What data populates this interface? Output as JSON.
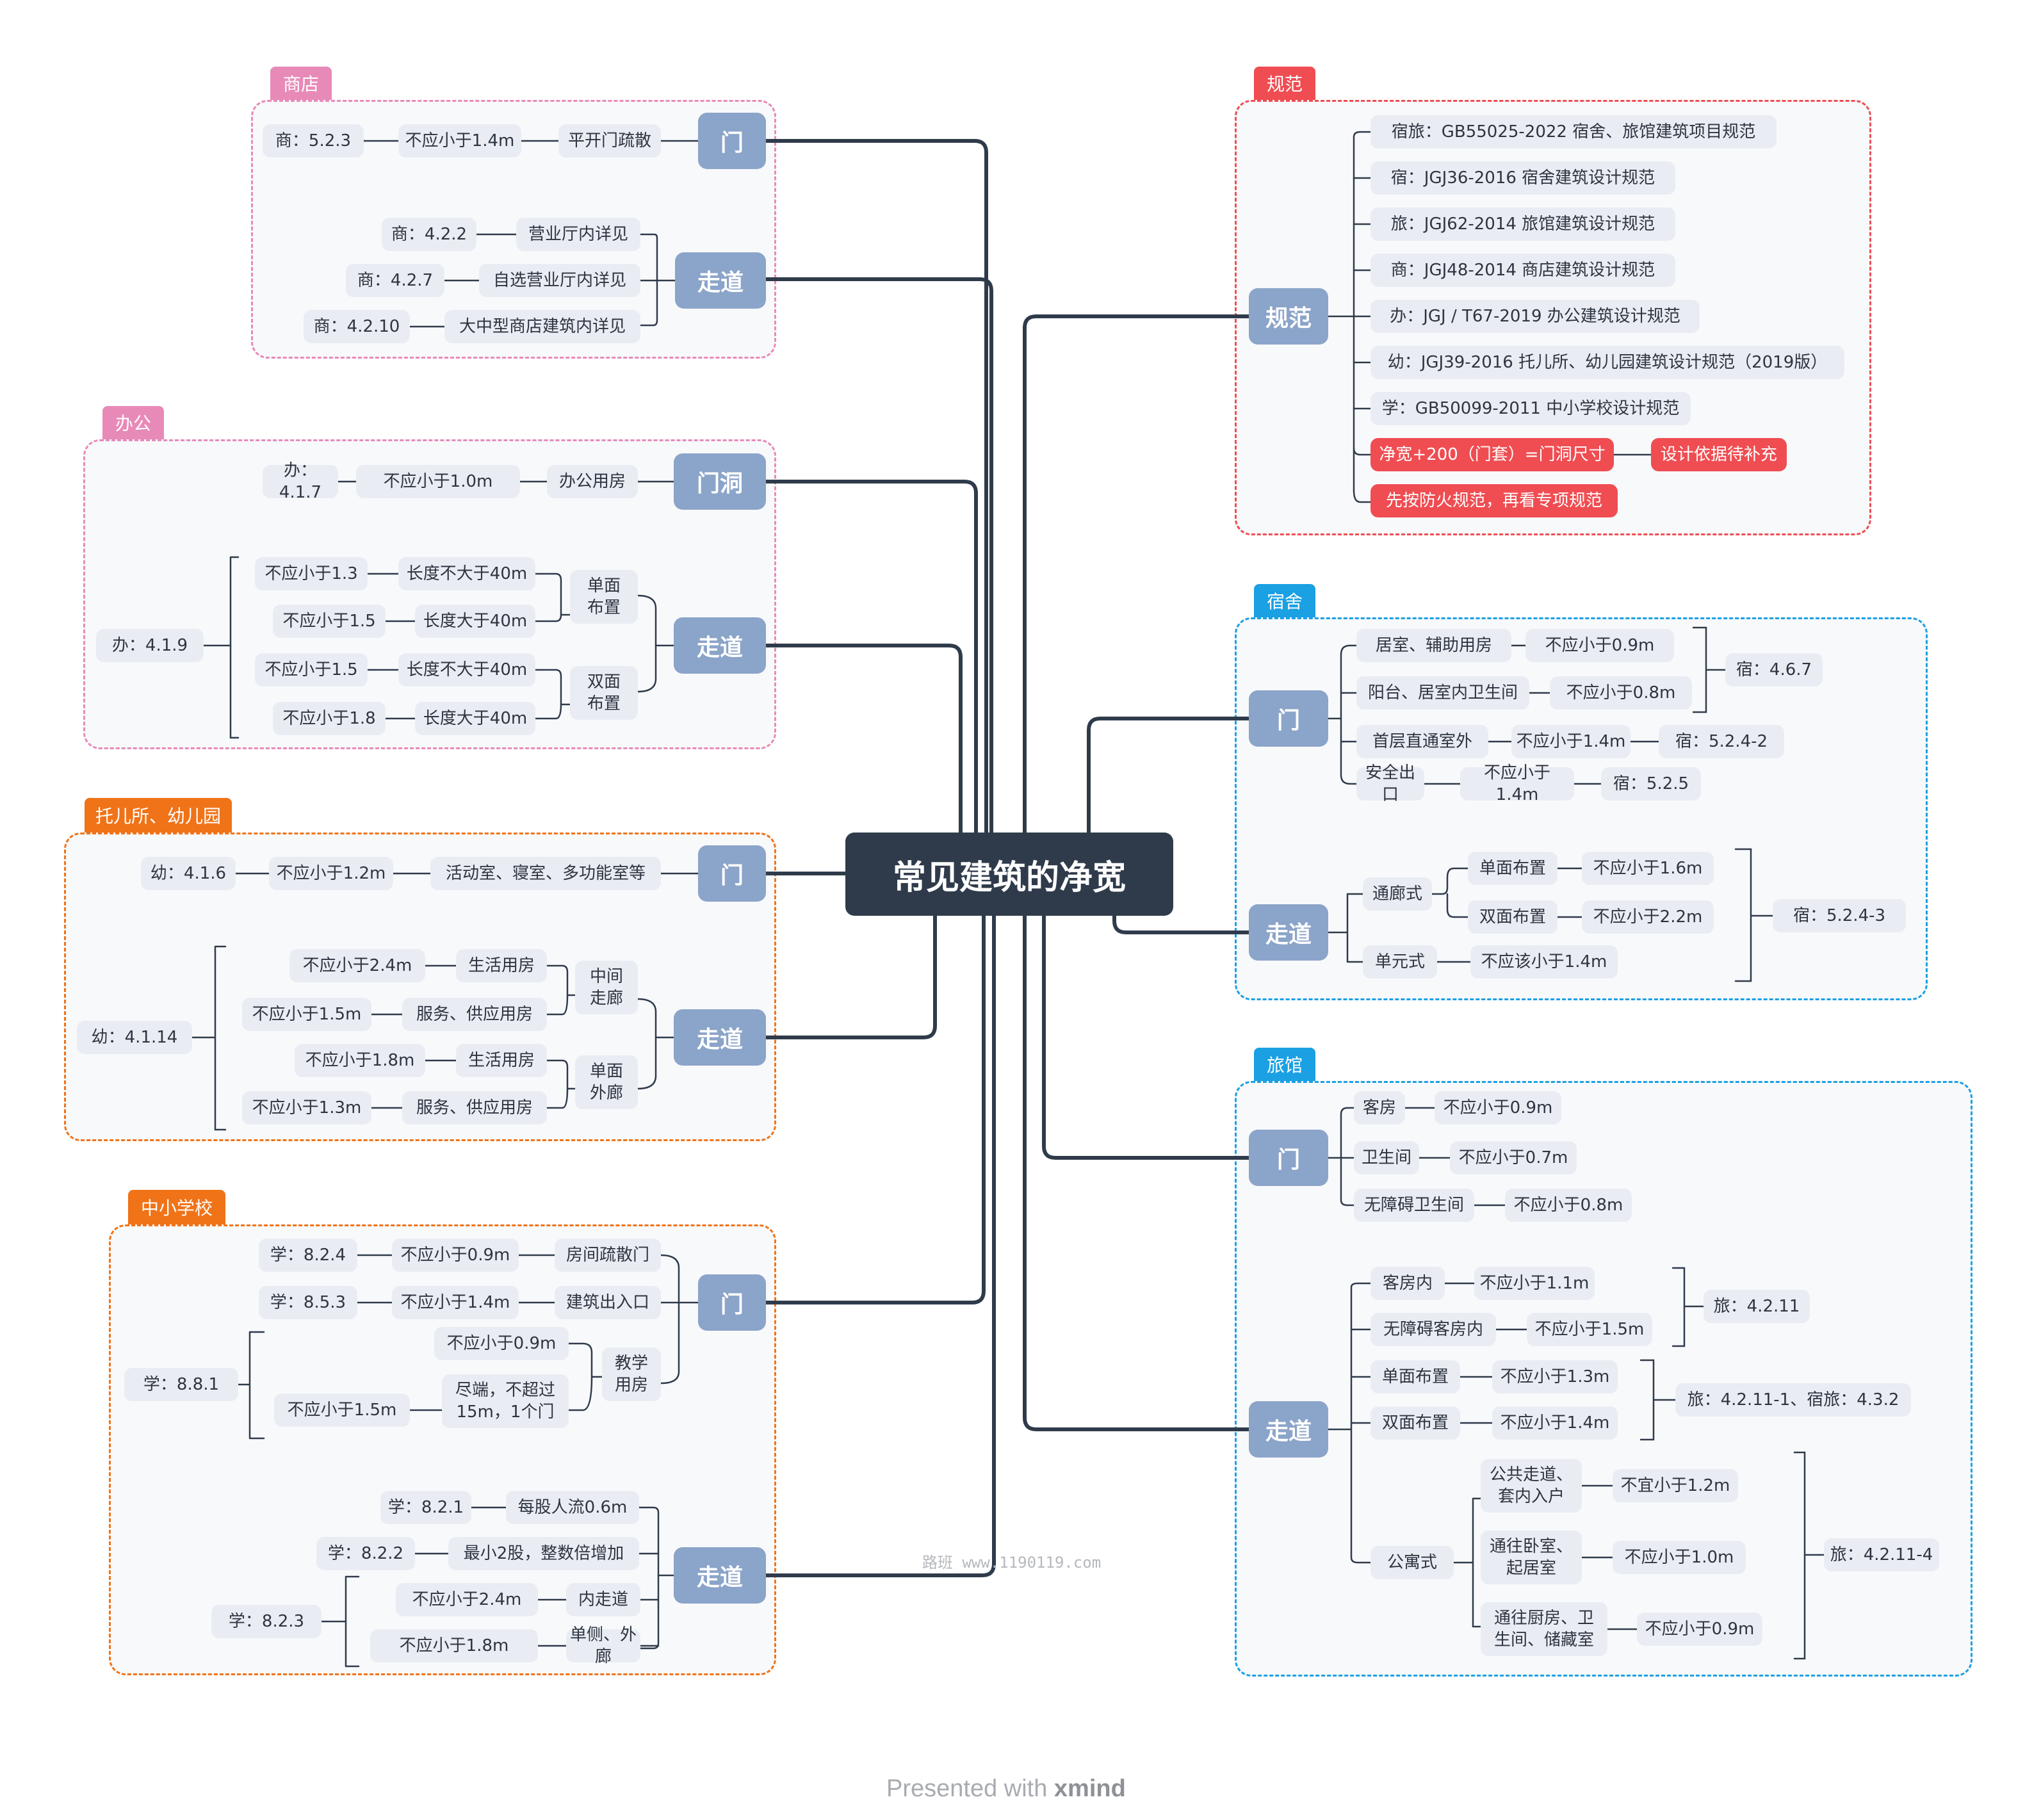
{
  "root": "常见建筑的净宽",
  "colors": {
    "root": "#2f3b4b",
    "main": "#8ba4c9",
    "node": "#e9edf3",
    "pink": "#e88ab8",
    "orange": "#f07318",
    "red": "#ef4d52",
    "blue": "#1aa0e3",
    "line_dark": "#2f3b4b"
  },
  "groups": {
    "shop": "商店",
    "office": "办公",
    "kinder": "托儿所、幼儿园",
    "school": "中小学校",
    "standard": "规范",
    "dorm": "宿舍",
    "hotel": "旅馆"
  },
  "shop": {
    "door": "门",
    "door_ref": "商：5.2.3",
    "door_width": "不应小于1.4m",
    "door_note": "平开门疏散",
    "corridor": "走道",
    "c1_ref": "商：4.2.2",
    "c1_note": "营业厅内详见",
    "c2_ref": "商：4.2.7",
    "c2_note": "自选营业厅内详见",
    "c3_ref": "商：4.2.10",
    "c3_note": "大中型商店建筑内详见"
  },
  "office": {
    "door": "门洞",
    "door_ref": "办：4.1.7",
    "door_width": "不应小于1.0m",
    "door_note": "办公用房",
    "corridor": "走道",
    "ref": "办：4.1.9",
    "w1": "不应小于1.3",
    "l1": "长度不大于40m",
    "w2": "不应小于1.5",
    "l2": "长度大于40m",
    "w3": "不应小于1.5",
    "l3": "长度不大于40m",
    "w4": "不应小于1.8",
    "l4": "长度大于40m",
    "single": "单面\n布置",
    "double": "双面\n布置"
  },
  "kinder": {
    "door": "门",
    "door_ref": "幼：4.1.6",
    "door_width": "不应小于1.2m",
    "door_note": "活动室、寝室、多功能室等",
    "corridor": "走道",
    "ref": "幼：4.1.14",
    "w1": "不应小于2.4m",
    "u1": "生活用房",
    "w2": "不应小于1.5m",
    "u2": "服务、供应用房",
    "w3": "不应小于1.8m",
    "u3": "生活用房",
    "w4": "不应小于1.3m",
    "u4": "服务、供应用房",
    "middle": "中间\n走廊",
    "outer": "单面\n外廊"
  },
  "school": {
    "door": "门",
    "d1_ref": "学：8.2.4",
    "d1_width": "不应小于0.9m",
    "d1_note": "房间疏散门",
    "d2_ref": "学：8.5.3",
    "d2_width": "不应小于1.4m",
    "d2_note": "建筑出入口",
    "d3_ref": "学：8.8.1",
    "d3_width1": "不应小于0.9m",
    "d3_width2": "不应小于1.5m",
    "d3_cond": "尽端，不超过\n15m，1个门",
    "d3_room": "教学\n用房",
    "corridor": "走道",
    "c1_ref": "学：8.2.1",
    "c1_note": "每股人流0.6m",
    "c2_ref": "学：8.2.2",
    "c2_note": "最小2股，整数倍增加",
    "c3_ref": "学：8.2.3",
    "c3_w1": "不应小于2.4m",
    "c3_n1": "内走道",
    "c3_w2": "不应小于1.8m",
    "c3_n2": "单侧、外廊"
  },
  "standard": {
    "main": "规范",
    "items": [
      "宿旅：GB55025-2022 宿舍、旅馆建筑项目规范",
      "宿：JGJ36-2016 宿舍建筑设计规范",
      "旅：JGJ62-2014 旅馆建筑设计规范",
      "商：JGJ48-2014 商店建筑设计规范",
      "办：JGJ / T67-2019 办公建筑设计规范",
      "幼：JGJ39-2016 托儿所、幼儿园建筑设计规范（2019版）",
      "学：GB50099-2011 中小学校设计规范"
    ],
    "note1": "净宽+200（门套）=门洞尺寸",
    "note1b": "设计依据待补充",
    "note2": "先按防火规范，再看专项规范"
  },
  "dorm": {
    "door": "门",
    "d1": "居室、辅助用房",
    "d1w": "不应小于0.9m",
    "d2": "阳台、居室内卫生间",
    "d2w": "不应小于0.8m",
    "d12_ref": "宿：4.6.7",
    "d3": "首层直通室外",
    "d3w": "不应小于1.4m",
    "d3_ref": "宿：5.2.4-2",
    "d4": "安全出口",
    "d4w": "不应小于1.4m",
    "d4_ref": "宿：5.2.5",
    "corridor": "走道",
    "corr_type1": "通廊式",
    "single": "单面布置",
    "single_w": "不应小于1.6m",
    "double": "双面布置",
    "double_w": "不应小于2.2m",
    "corr_type2": "单元式",
    "unit_w": "不应该小于1.4m",
    "corr_ref": "宿：5.2.4-3"
  },
  "hotel": {
    "door": "门",
    "d1": "客房",
    "d1w": "不应小于0.9m",
    "d2": "卫生间",
    "d2w": "不应小于0.7m",
    "d3": "无障碍卫生间",
    "d3w": "不应小于0.8m",
    "corridor": "走道",
    "c1": "客房内",
    "c1w": "不应小于1.1m",
    "c2": "无障碍客房内",
    "c2w": "不应小于1.5m",
    "c12_ref": "旅：4.2.11",
    "c3": "单面布置",
    "c3w": "不应小于1.3m",
    "c4": "双面布置",
    "c4w": "不应小于1.4m",
    "c34_ref": "旅：4.2.11-1、宿旅：4.3.2",
    "apt": "公寓式",
    "a1": "公共走道、\n套内入户",
    "a1w": "不宜小于1.2m",
    "a2": "通往卧室、\n起居室",
    "a2w": "不应小于1.0m",
    "a3": "通往厨房、卫\n生间、储藏室",
    "a3w": "不应小于0.9m",
    "apt_ref": "旅：4.2.11-4"
  },
  "watermark": "路班 www.1190119.com",
  "footer": {
    "presented": "Presented with ",
    "brand": "xmind"
  }
}
